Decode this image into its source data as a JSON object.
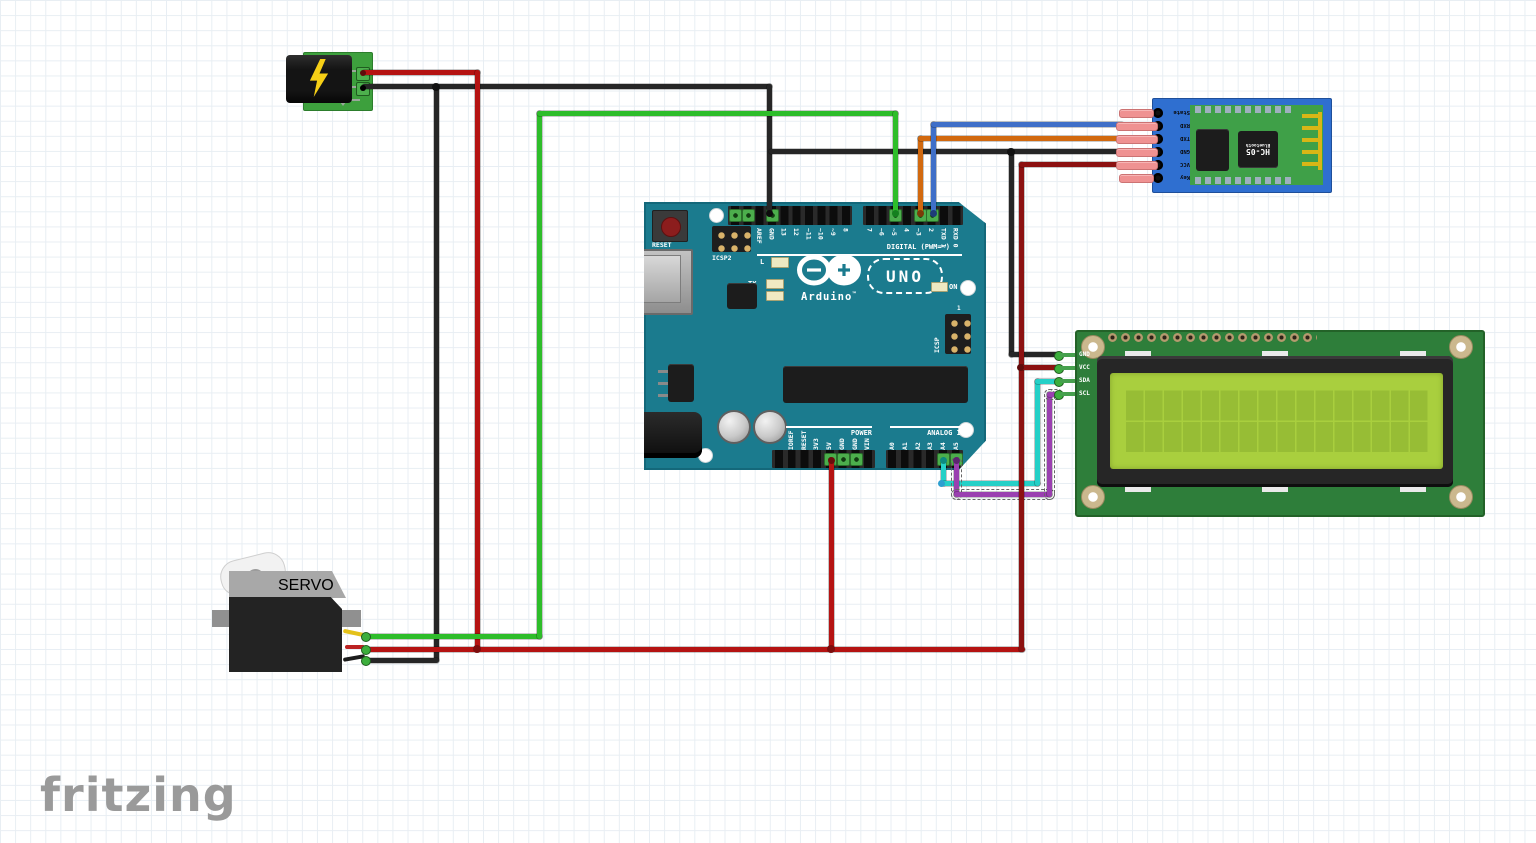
{
  "watermark": "fritzing",
  "colors": {
    "wire_black": "#262626",
    "wire_red": "#b51312",
    "wire_dark_red": "#8c1111",
    "wire_green": "#2ebd2a",
    "wire_blue": "#3f6fc8",
    "wire_orange": "#d2690f",
    "wire_cyan": "#25d0c7",
    "wire_purple": "#9a3fb0",
    "arduino_teal": "#1b7b8e",
    "hc05_blue": "#2f6fd0",
    "hc05_green": "#3fa048",
    "lcd_pcb_green": "#2e7e3a",
    "lcd_screen": "#a9cf3e",
    "jack_pcb": "#3da03d"
  },
  "arduino": {
    "brand": "Arduino",
    "trademark": "™",
    "model": "UNO",
    "reset_label": "RESET",
    "icsp2_label": "ICSP2",
    "icsp_label": "ICSP",
    "icsp_pin1": "1",
    "led_l": "L",
    "led_tx": "TX",
    "led_rx": "RX",
    "led_on": "ON",
    "digital_heading": "DIGITAL (PWM=~)",
    "power_heading": "POWER",
    "analog_heading": "ANALOG IN",
    "digital_left_labels": [
      "",
      "",
      "AREF",
      "GND",
      "13",
      "12",
      "~11",
      "~10",
      "~9",
      "8"
    ],
    "digital_right_labels": [
      "7",
      "~6",
      "~5",
      "4",
      "~3",
      "2",
      "TXD 1",
      "RXD 0"
    ],
    "power_labels": [
      "",
      "IOREF",
      "RESET",
      "3V3",
      "5V",
      "GND",
      "GND",
      "VIN"
    ],
    "analog_labels": [
      "A0",
      "A1",
      "A2",
      "A3",
      "A4",
      "A5"
    ]
  },
  "hc05": {
    "pin_labels": [
      "State",
      "RXD",
      "TXD",
      "GND",
      "VCC",
      "Key"
    ],
    "chip_title": "HC-05",
    "chip_subtitle": "Bluetooth"
  },
  "lcd": {
    "pin_labels": [
      "GND",
      "VCC",
      "SDA",
      "SCL"
    ]
  },
  "servo": {
    "label": "SERVO"
  },
  "wires": [
    {
      "net": "ground",
      "color": "#262626",
      "from": "power-jack GND",
      "to": "Arduino GND / HC-05 GND / LCD GND / servo GND"
    },
    {
      "net": "5v-power",
      "color": "#b51312",
      "from": "power-jack VCC",
      "to": "Arduino 5V / servo VCC"
    },
    {
      "net": "5v-power-right",
      "color": "#8c1111",
      "from": "5V rail",
      "to": "HC-05 VCC / LCD VCC"
    },
    {
      "net": "servo-signal",
      "color": "#2ebd2a",
      "from": "servo signal",
      "to": "Arduino D5"
    },
    {
      "net": "bt-rxd",
      "color": "#3f6fc8",
      "from": "Arduino D2",
      "to": "HC-05 RXD"
    },
    {
      "net": "bt-txd",
      "color": "#d2690f",
      "from": "Arduino D3",
      "to": "HC-05 TXD"
    },
    {
      "net": "i2c-sda",
      "color": "#25d0c7",
      "from": "Arduino A4",
      "to": "LCD SDA"
    },
    {
      "net": "i2c-scl",
      "color": "#9a3fb0",
      "from": "Arduino A5",
      "to": "LCD SCL",
      "selected": true
    }
  ]
}
